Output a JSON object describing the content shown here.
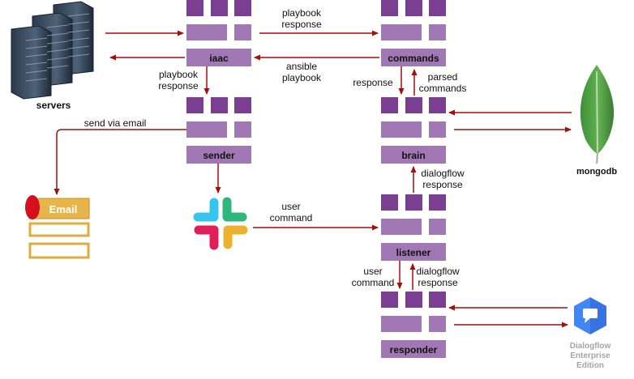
{
  "nodes": {
    "servers": "servers",
    "iaac": "iaac",
    "commands": "commands",
    "sender": "sender",
    "brain": "brain",
    "listener": "listener",
    "responder": "responder",
    "mongodb": "mongodb",
    "email": "Email",
    "dialogflow": [
      "Dialogflow",
      "Enterprise",
      "Edition"
    ]
  },
  "edges": {
    "playbook_response_top": [
      "playbook",
      "response"
    ],
    "ansible_playbook": [
      "ansible",
      "playbook"
    ],
    "playbook_response_left": [
      "playbook",
      "response"
    ],
    "send_via_email": [
      "send via email"
    ],
    "response": [
      "response"
    ],
    "parsed_commands": [
      "parsed",
      "commands"
    ],
    "dialogflow_response_upper": [
      "dialogflow",
      "response"
    ],
    "user_command_slack": [
      "user",
      "command"
    ],
    "user_command_lower": [
      "user",
      "command"
    ],
    "dialogflow_response_lower": [
      "dialogflow",
      "response"
    ]
  },
  "colors": {
    "queue_dark": "#7b3f91",
    "queue_light": "#a278b4",
    "arrow": "#a50d0d"
  },
  "icons": [
    "server-rack-icon",
    "slack-icon",
    "mongodb-leaf-icon",
    "email-form-icon",
    "dialogflow-icon"
  ]
}
